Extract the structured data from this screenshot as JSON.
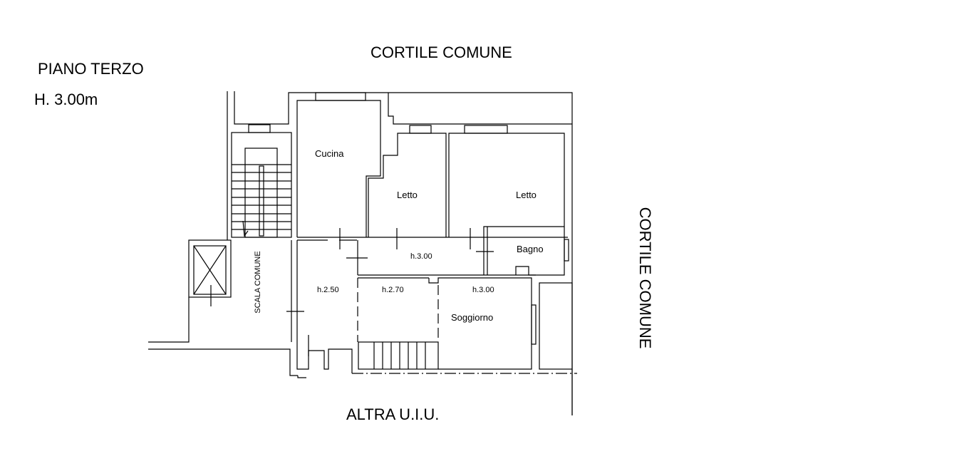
{
  "header": {
    "floor": "PIANO TERZO",
    "height": "H. 3.00m"
  },
  "surroundings": {
    "top": "CORTILE COMUNE",
    "right": "CORTILE COMUNE",
    "bottom": "ALTRA U.I.U."
  },
  "rooms": {
    "cucina": "Cucina",
    "letto1": "Letto",
    "letto2": "Letto",
    "bagno": "Bagno",
    "soggiorno": "Soggiorno",
    "scala": "SCALA COMUNE"
  },
  "heights": {
    "corridor": "h.3.00",
    "entrance": "h.2.50",
    "middle": "h.2.70",
    "soggiorno": "h.3.00"
  }
}
